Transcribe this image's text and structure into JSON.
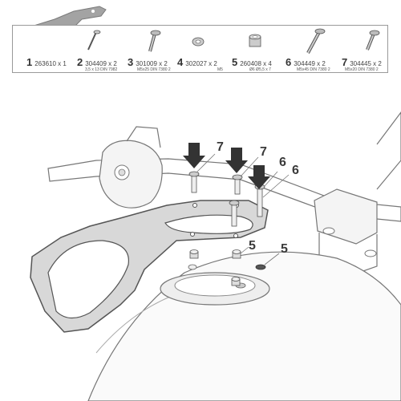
{
  "parts": [
    {
      "number": "1",
      "code": "263610 x 1",
      "spec": ""
    },
    {
      "number": "2",
      "code": "304409 x 2",
      "spec": "3,5 x 13 DIN 7982"
    },
    {
      "number": "3",
      "code": "301009 x 2",
      "spec": "M5x25 DIN 7380 2"
    },
    {
      "number": "4",
      "code": "302027 x 2",
      "spec": "M5"
    },
    {
      "number": "5",
      "code": "260408 x 4",
      "spec": "Ø6 Ø5,5 x 7"
    },
    {
      "number": "6",
      "code": "304449 x 2",
      "spec": "M5x45 DIN 7380 2"
    },
    {
      "number": "7",
      "code": "304445 x 2",
      "spec": "M5x20 DIN 7380 2"
    }
  ],
  "callouts": {
    "c7a": "7",
    "c7b": "7",
    "c6a": "6",
    "c6b": "6",
    "c5a": "5",
    "c5b": "5"
  },
  "colors": {
    "line": "#555555",
    "fill": "#e8e8e8",
    "arrow": "#333333",
    "bracket": "#9a9a9a"
  }
}
